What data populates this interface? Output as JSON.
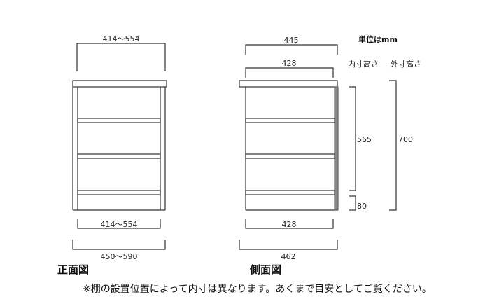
{
  "unit_label": "単位はmm",
  "height_headers": {
    "inner": "内寸高さ",
    "outer": "外寸高さ"
  },
  "front_view": {
    "label": "正面図",
    "dim_top": "414～554",
    "dim_inner_bottom": "414～554",
    "dim_outer_bottom": "450～590"
  },
  "side_view": {
    "label": "側面図",
    "dim_top_outer": "445",
    "dim_top_inner": "428",
    "dim_bottom_inner": "428",
    "dim_bottom_outer": "462",
    "dim_inner_height": "565",
    "dim_base_height": "80",
    "dim_outer_height": "700"
  },
  "footnote": "※棚の設置位置によって内寸は異なります。あくまで目安としてご覧ください。",
  "colors": {
    "line": "#333333",
    "back_panel": "#888888",
    "background": "#ffffff"
  }
}
